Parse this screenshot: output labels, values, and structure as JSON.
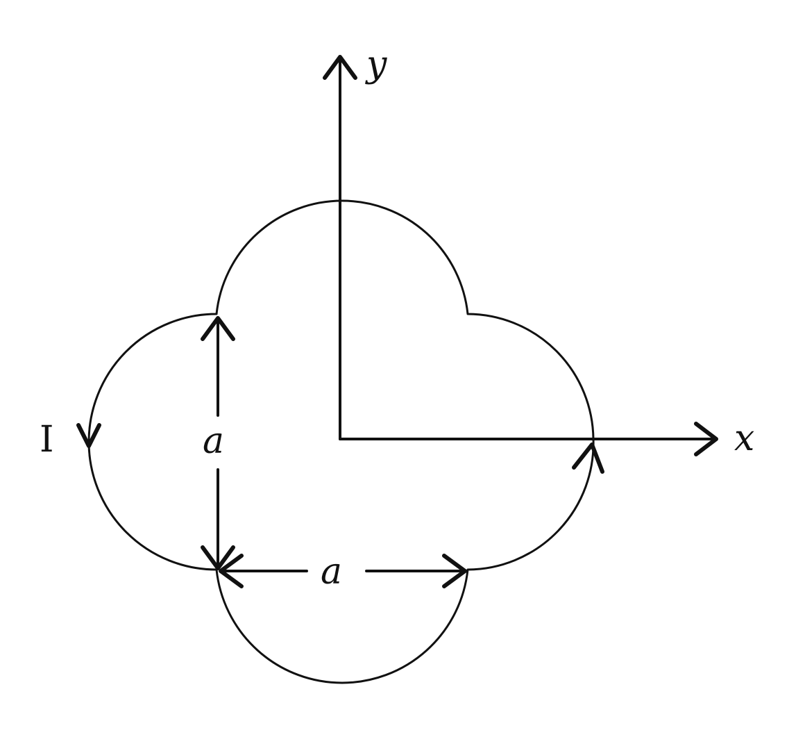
{
  "labels": {
    "y_axis": "y",
    "x_axis": "x",
    "current": "I",
    "vertical_side": "a",
    "horizontal_side": "a"
  }
}
